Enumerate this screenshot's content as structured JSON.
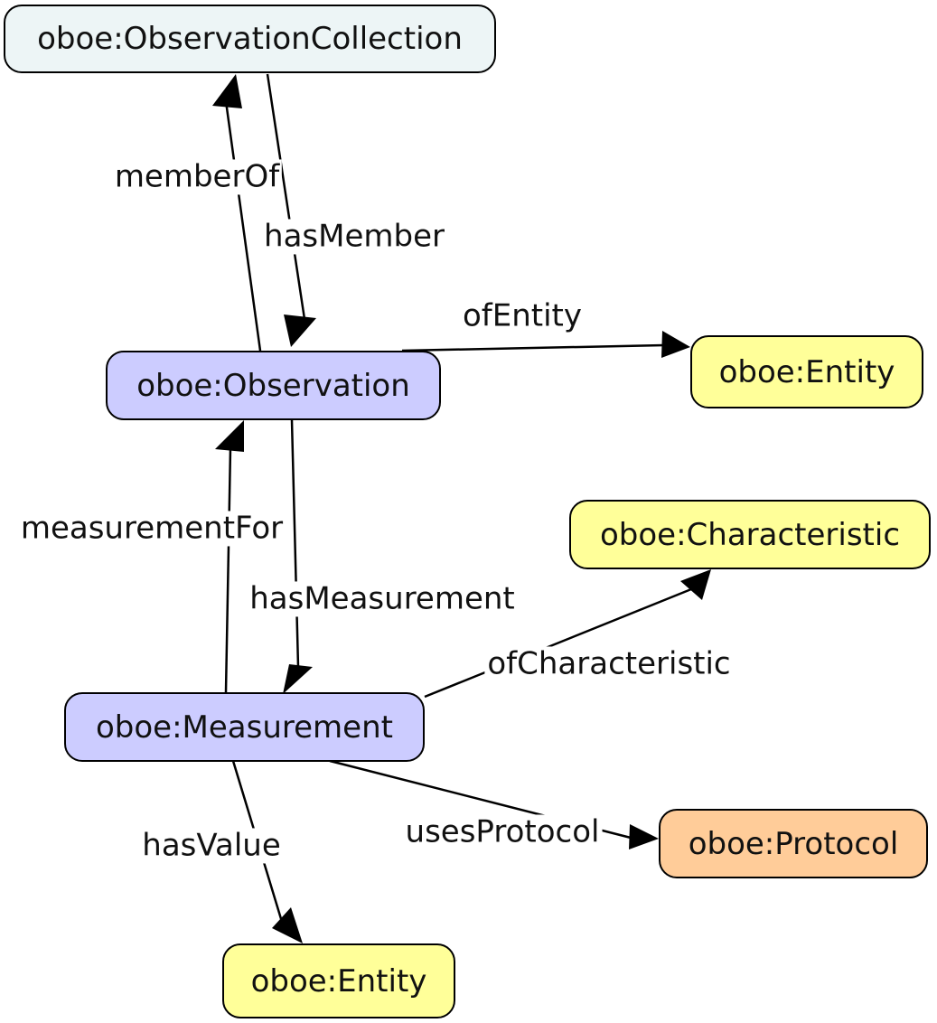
{
  "colors": {
    "collection": "#EDF5F6",
    "observation": "#CCCCFF",
    "entity": "#FFFF99",
    "characteristic": "#FFFF99",
    "protocol": "#FFCC99",
    "stroke": "#000000"
  },
  "nodes": {
    "observation_collection": "oboe:ObservationCollection",
    "observation": "oboe:Observation",
    "entity_top": "oboe:Entity",
    "characteristic": "oboe:Characteristic",
    "measurement": "oboe:Measurement",
    "protocol": "oboe:Protocol",
    "entity_bottom": "oboe:Entity"
  },
  "edges": {
    "member_of": "memberOf",
    "has_member": "hasMember",
    "of_entity": "ofEntity",
    "measurement_for": "measurementFor",
    "has_measurement": "hasMeasurement",
    "of_characteristic": "ofCharacteristic",
    "uses_protocol": "usesProtocol",
    "has_value": "hasValue"
  }
}
